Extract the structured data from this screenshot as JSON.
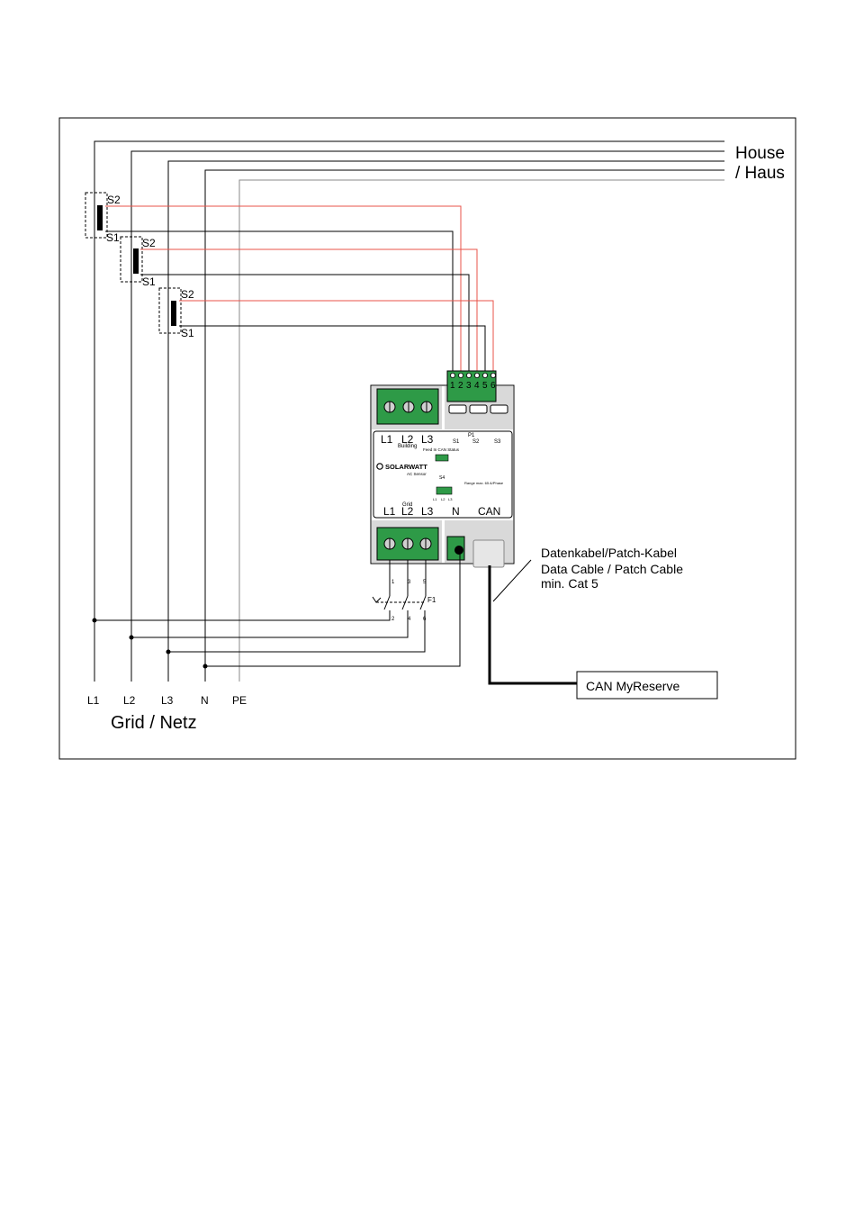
{
  "house_label_1": "House",
  "house_label_2": "/ Haus",
  "grid_label": "Grid / Netz",
  "conductors": [
    "L1",
    "L2",
    "L3",
    "N",
    "PE"
  ],
  "ct_labels": [
    {
      "s2": "S2",
      "s1": "S1"
    },
    {
      "s2": "S2",
      "s1": "S1"
    },
    {
      "s2": "S2",
      "s1": "S1"
    }
  ],
  "top_terminals": [
    "1",
    "2",
    "3",
    "4",
    "5",
    "6"
  ],
  "device": {
    "building_phases": [
      "L1",
      "L2",
      "L3"
    ],
    "building_label": "Building",
    "feed_in_label": "Feed In CAN Status",
    "p1_label": "P1",
    "s_labels": [
      "S1",
      "S2",
      "S3"
    ],
    "brand": "SOLARWATT",
    "subtitle": "AC Sensor",
    "s4_label": "S4",
    "s4_pins": [
      "L1",
      "L2",
      "L3"
    ],
    "range_label": "Range max. 65 A/Phase",
    "grid_label": "Grid",
    "grid_phases": [
      "L1",
      "L2",
      "L3"
    ],
    "n_label": "N",
    "can_label": "CAN"
  },
  "fuse": {
    "label": "F1",
    "in_pins": [
      "1",
      "3",
      "5"
    ],
    "out_pins": [
      "2",
      "4",
      "6"
    ]
  },
  "cable_note": [
    "Datenkabel/Patch-Kabel",
    "Data Cable / Patch Cable",
    "min. Cat 5"
  ],
  "can_box_label": "CAN MyReserve",
  "colors": {
    "signal_wire": "#e8534a",
    "terminal_green": "#2e9a47",
    "device_grey": "#d9d9d9"
  }
}
